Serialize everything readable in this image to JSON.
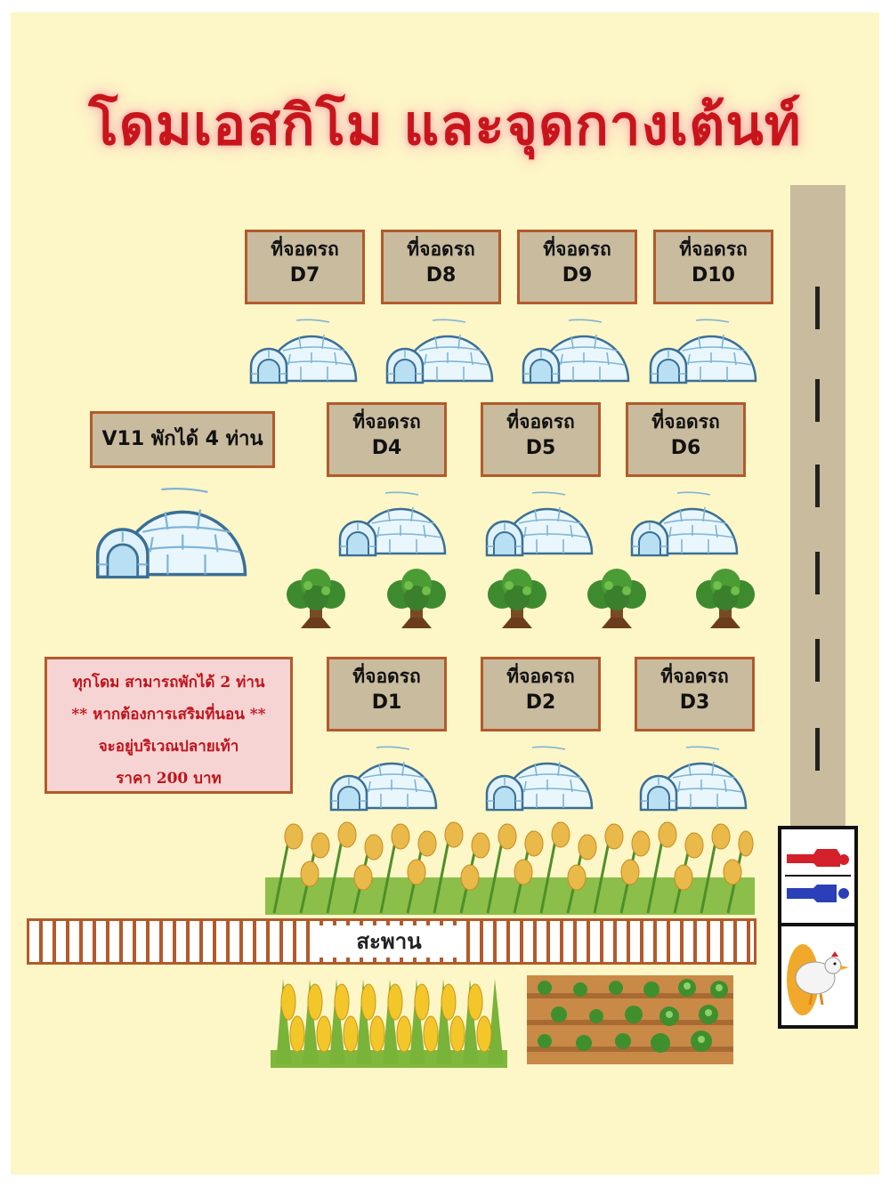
{
  "title": "โดมเอสกิโม และจุดกางเต้นท์",
  "parking_label": "ที่จอดรถ",
  "parking_spots": [
    {
      "id": "D7"
    },
    {
      "id": "D8"
    },
    {
      "id": "D9"
    },
    {
      "id": "D10"
    },
    {
      "id": "D4"
    },
    {
      "id": "D5"
    },
    {
      "id": "D6"
    },
    {
      "id": "D1"
    },
    {
      "id": "D2"
    },
    {
      "id": "D3"
    }
  ],
  "v11_label": "V11 พักได้ 4 ท่าน",
  "note": {
    "line1": "ทุกโดม สามารถพักได้ 2 ท่าน",
    "line2": "** หากต้องการเสริมที่นอน **",
    "line3": "จะอยู่บริเวณปลายเท้า",
    "line4": "ราคา 200 บาท"
  },
  "bridge_label": "สะพาน",
  "icons": {
    "igloo": "igloo-icon",
    "tree": "tree-icon",
    "restroom": "restroom-icon",
    "chicken": "chicken-icon",
    "corn": "corn-field-icon",
    "vegetables": "vegetable-garden-icon",
    "rice": "rice-field-icon"
  },
  "colors": {
    "background": "#fdf6c6",
    "title": "#c8151b",
    "parking_fill": "#c9bb9d",
    "parking_border": "#b35a2b",
    "note_fill": "#f6d4d4",
    "note_text": "#c0141b"
  }
}
